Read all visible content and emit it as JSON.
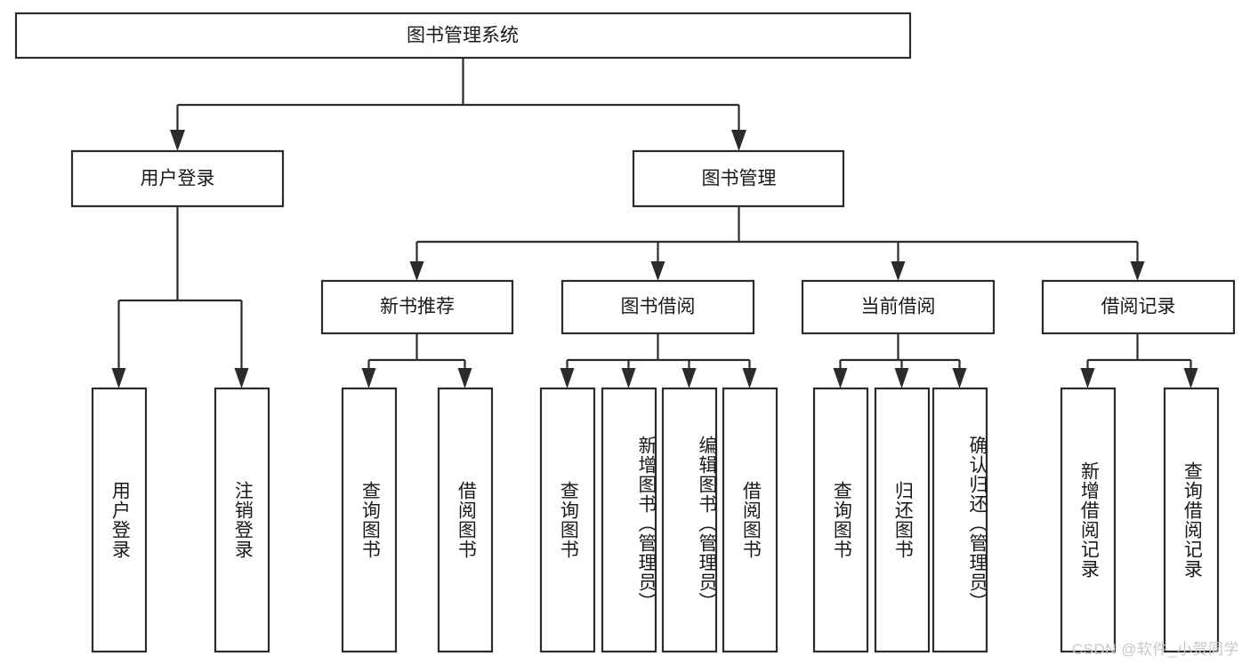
{
  "diagram": {
    "type": "tree",
    "title": "图书管理系统",
    "watermark": "CSDN @软件_小贺同学",
    "style": {
      "box_fill": "#ffffff",
      "box_stroke": "#2b2b2b",
      "text_color": "#1a1a1a",
      "background": "#ffffff",
      "watermark_color": "#c9c9c9"
    },
    "root": {
      "label": "图书管理系统"
    },
    "level2": [
      {
        "label": "用户登录"
      },
      {
        "label": "图书管理"
      }
    ],
    "level3": [
      {
        "label": "新书推荐"
      },
      {
        "label": "图书借阅"
      },
      {
        "label": "当前借阅"
      },
      {
        "label": "借阅记录"
      }
    ],
    "leaves": {
      "user_login": [
        {
          "label": "用户登录"
        },
        {
          "label": "注销登录"
        }
      ],
      "new_book_recommend": [
        {
          "label": "查询图书"
        },
        {
          "label": "借阅图书"
        }
      ],
      "book_borrow": [
        {
          "label": "查询图书"
        },
        {
          "label": "新增图书（管理员）"
        },
        {
          "label": "编辑图书（管理员）"
        },
        {
          "label": "借阅图书"
        }
      ],
      "current_borrow": [
        {
          "label": "查询图书"
        },
        {
          "label": "归还图书"
        },
        {
          "label": "确认归还（管理员）"
        }
      ],
      "borrow_record": [
        {
          "label": "新增借阅记录"
        },
        {
          "label": "查询借阅记录"
        }
      ]
    }
  }
}
